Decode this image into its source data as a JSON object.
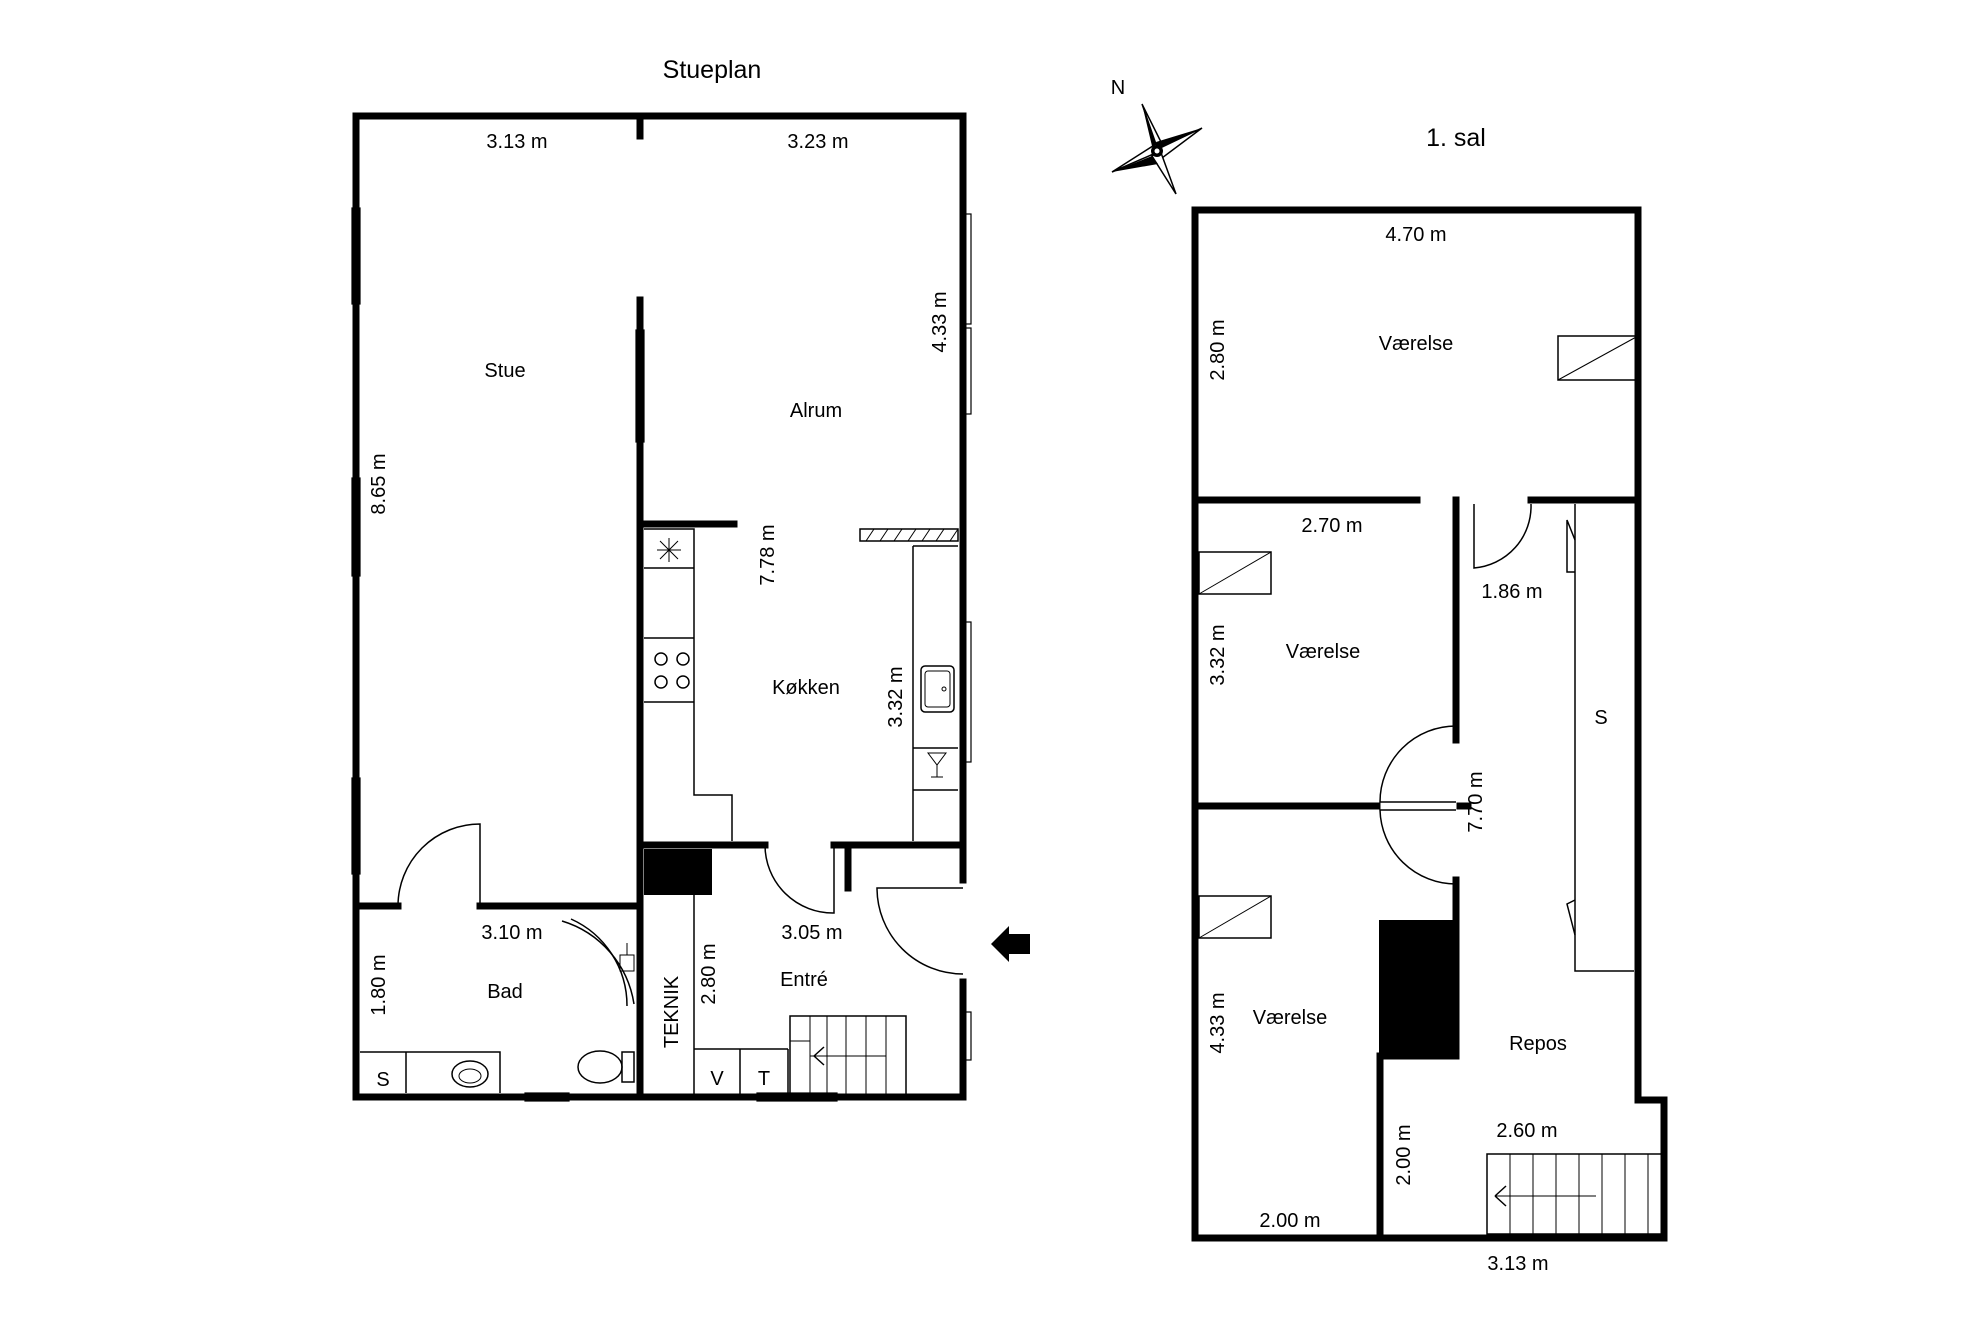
{
  "floors": {
    "ground": {
      "title": "Stueplan",
      "rooms": {
        "stue": "Stue",
        "alrum": "Alrum",
        "kokken": "Køkken",
        "entre": "Entré",
        "bad": "Bad",
        "teknik": "TEKNIK"
      },
      "fixtures": {
        "shower": "S",
        "v": "V",
        "t": "T"
      },
      "dimensions": {
        "stue_width": "3.13 m",
        "alrum_width": "3.23 m",
        "alrum_height": "4.33 m",
        "stue_height": "8.65 m",
        "kokken_length": "7.78 m",
        "kokken_width": "3.32 m",
        "bad_width": "3.10 m",
        "bad_height": "1.80 m",
        "entre_width": "3.05 m",
        "entre_height": "2.80 m"
      }
    },
    "first": {
      "title": "1.  sal",
      "rooms": {
        "vaerelse_top": "Værelse",
        "vaerelse_mid": "Værelse",
        "vaerelse_bottom": "Værelse",
        "repos": "Repos"
      },
      "fixtures": {
        "storage": "S"
      },
      "dimensions": {
        "top_width": "4.70 m",
        "top_height": "2.80 m",
        "mid_width": "2.70 m",
        "mid_height": "3.32 m",
        "hall_width": "1.86 m",
        "hall_height": "7.70 m",
        "bottom_height": "4.33 m",
        "bottom_width": "2.00 m",
        "stair_width": "2.60 m",
        "stair_height": "2.00 m",
        "total_width": "3.13 m"
      }
    }
  },
  "compass": {
    "north_label": "N",
    "icon": "compass-rose-icon"
  },
  "entrance": {
    "icon": "entrance-arrow-icon"
  }
}
